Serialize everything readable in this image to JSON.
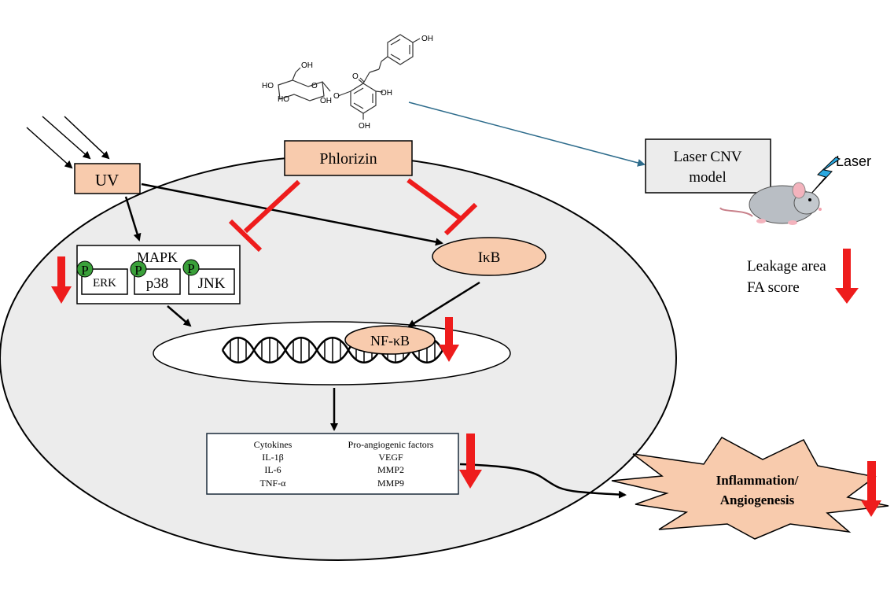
{
  "compound": {
    "name": "Phlorizin",
    "structure_labels": [
      "OH",
      "HO",
      "HO",
      "OH",
      "O",
      "O",
      "O",
      "OH",
      "OH",
      "OH"
    ]
  },
  "stimulus": {
    "uv": "UV"
  },
  "mapk": {
    "title": "MAPK",
    "phospho": "P",
    "kinases": [
      "ERK",
      "p38",
      "JNK"
    ]
  },
  "ikb": "IκB",
  "nfkb": "NF-κB",
  "factors": {
    "cytokines_header": "Cytokines",
    "cytokines": [
      "IL-1β",
      "IL-6",
      "TNF-α"
    ],
    "angio_header": "Pro-angiogenic  factors",
    "angio": [
      "VEGF",
      "MMP2",
      "MMP9"
    ]
  },
  "outcome": {
    "line1": "Inflammation/",
    "line2": "Angiogenesis"
  },
  "model": {
    "line1": "Laser CNV",
    "line2": "model",
    "laser_label": "Laser"
  },
  "measures": {
    "line1": "Leakage area",
    "line2": "FA score"
  },
  "colors": {
    "salmon": "#f8cbad",
    "cell": "#ececec",
    "inhibit": "#ee1c1c",
    "phospho_green": "#3aa03a",
    "model_box": "#ececec",
    "link_blue": "#2e6c8c"
  }
}
